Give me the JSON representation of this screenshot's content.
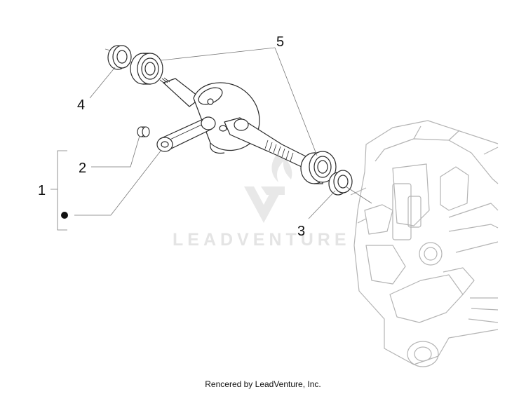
{
  "diagram": {
    "callouts": [
      "1",
      "2",
      "3",
      "4",
      "5"
    ],
    "watermark": "LEADVENTURE"
  },
  "footer": {
    "credit": "Rencered by LeadVenture, Inc."
  }
}
